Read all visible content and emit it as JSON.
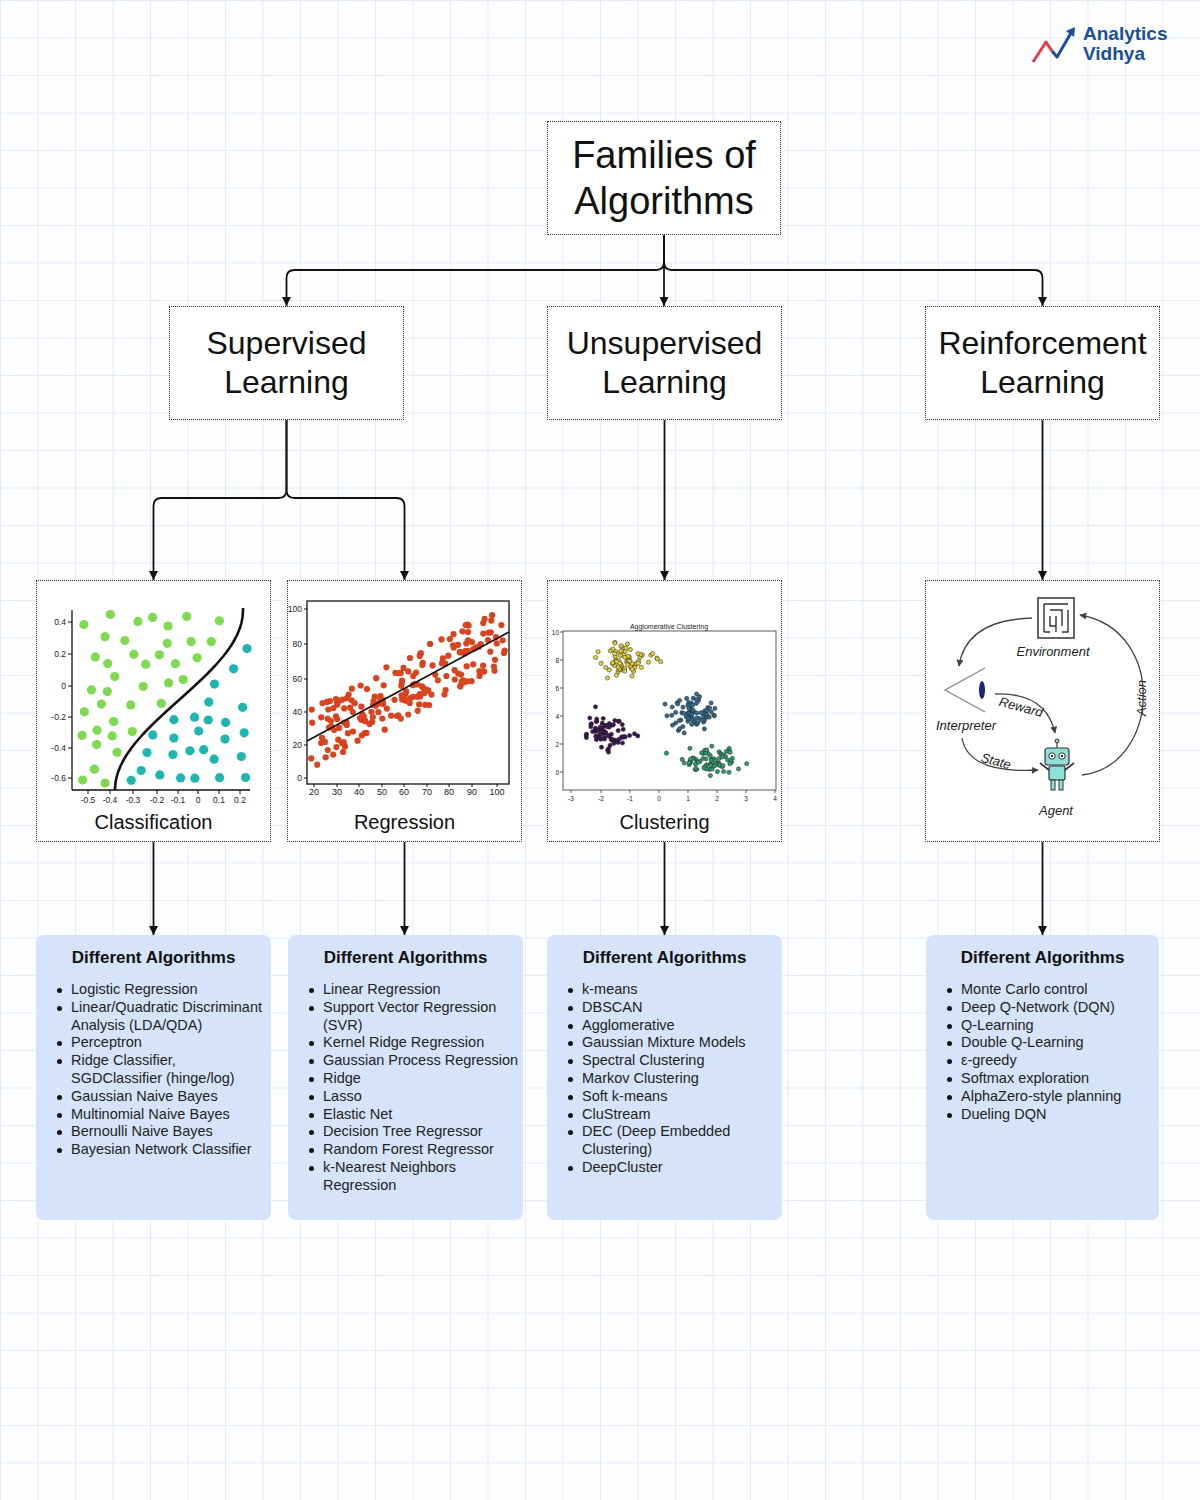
{
  "diagram": {
    "nodes": [
      {
        "text": [
          "Families of Algorithms"
        ]
      },
      {
        "text": [
          "Supervised Learning"
        ]
      },
      {
        "text": [
          "Unsupervised Learning"
        ]
      },
      {
        "text": [
          "Reinforcement Learning"
        ]
      },
      {
        "text": [
          "Classification"
        ]
      },
      {
        "text": [
          "Regression"
        ]
      },
      {
        "text": [
          "Clustering"
        ]
      },
      {
        "text": [
          "Environment",
          "Reward",
          "Action",
          "Interpreter",
          "State",
          "Agent"
        ]
      },
      {
        "text": [
          "Different Algorithms",
          "Logistic Regression",
          "Linear/Quadratic Discriminant Analysis (LDA/QDA)",
          "Perceptron",
          "Ridge Classifier, SGDClassifier (hinge/log)",
          "Gaussian Naive Bayes",
          "Multinomial Naive Bayes",
          "Bernoulli Naive Bayes",
          "Bayesian Network Classifier"
        ]
      },
      {
        "text": [
          "Different Algorithms",
          "Linear Regression",
          "Support Vector Regression (SVR)",
          "Kernel Ridge Regression",
          "Gaussian Process Regression",
          "Ridge",
          "Lasso",
          "Elastic Net",
          "Decision Tree Regressor",
          "Random Forest Regressor",
          "k-Nearest Neighbors Regression"
        ]
      },
      {
        "text": [
          "Different Algorithms",
          "k-means",
          "DBSCAN",
          "Agglomerative",
          "Gaussian Mixture Models",
          "Spectral Clustering",
          "Markov Clustering",
          "Soft k-means",
          "CluStream",
          "DEC (Deep Embedded Clustering)",
          "DeepCluster"
        ]
      },
      {
        "text": [
          "Different Algorithms",
          "Monte Carlo control",
          "Deep Q-Network (DQN)",
          "Q-Learning",
          "Double Q-Learning",
          "ε-greedy",
          "Softmax exploration",
          "AlphaZero-style planning",
          "Dueling DQN"
        ]
      }
    ],
    "edges": [
      {
        "from": 0,
        "to": 1,
        "arrow": "to"
      },
      {
        "from": 0,
        "to": 2,
        "arrow": "to"
      },
      {
        "from": 0,
        "to": 3,
        "arrow": "to"
      },
      {
        "from": 1,
        "to": 4,
        "arrow": "to"
      },
      {
        "from": 1,
        "to": 5,
        "arrow": "to"
      },
      {
        "from": 2,
        "to": 6,
        "arrow": "to"
      },
      {
        "from": 3,
        "to": 7,
        "arrow": "to"
      },
      {
        "from": 4,
        "to": 8,
        "arrow": "to"
      },
      {
        "from": 5,
        "to": 9,
        "arrow": "to"
      },
      {
        "from": 6,
        "to": 10,
        "arrow": "to"
      },
      {
        "from": 7,
        "to": 11,
        "arrow": "to"
      }
    ],
    "labels": [
      "Analytics Vidhya",
      "0.4",
      "0.2",
      "0",
      "-0.2",
      "-0.4",
      "-0.6",
      "-0.5",
      "-0.4",
      "-0.3",
      "-0.2",
      "-0.1",
      "0",
      "0.1",
      "0.2",
      "100",
      "80",
      "60",
      "40",
      "20",
      "0",
      "20",
      "30",
      "40",
      "50",
      "60",
      "70",
      "80",
      "90",
      "100",
      "Agglomerative Clustering",
      "10",
      "8",
      "6",
      "4",
      "2",
      "0",
      "-3",
      "-2",
      "-1",
      "0",
      "1",
      "2",
      "3",
      "4"
    ]
  }
}
